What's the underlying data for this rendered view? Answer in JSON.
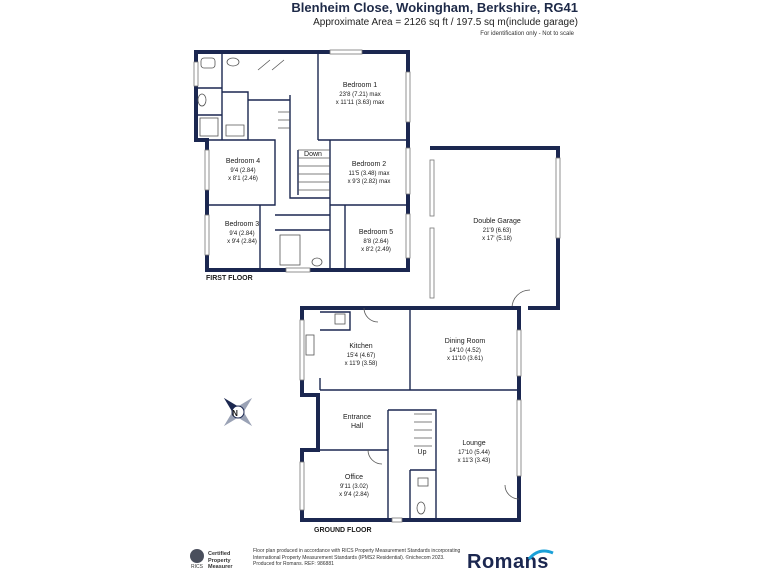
{
  "header": {
    "title": "Blenheim Close, Wokingham, Berkshire, RG41",
    "area": "Approximate Area = 2126 sq ft / 197.5 sq m(include garage)",
    "ident": "For identification only - Not to scale"
  },
  "floors": {
    "first": "FIRST FLOOR",
    "ground": "GROUND FLOOR"
  },
  "rooms": {
    "bedroom1": {
      "name": "Bedroom 1",
      "d1": "23'8 (7.21) max",
      "d2": "x 11'11 (3.63) max"
    },
    "bedroom2": {
      "name": "Bedroom 2",
      "d1": "11'5 (3.48) max",
      "d2": "x 9'3 (2.82) max"
    },
    "bedroom3": {
      "name": "Bedroom 3",
      "d1": "9'4 (2.84)",
      "d2": "x 9'4 (2.84)"
    },
    "bedroom4": {
      "name": "Bedroom 4",
      "d1": "9'4 (2.84)",
      "d2": "x 8'1 (2.46)"
    },
    "bedroom5": {
      "name": "Bedroom 5",
      "d1": "8'8 (2.64)",
      "d2": "x 8'2 (2.49)"
    },
    "garage": {
      "name": "Double Garage",
      "d1": "21'9 (6.63)",
      "d2": "x 17' (5.18)"
    },
    "kitchen": {
      "name": "Kitchen",
      "d1": "15'4 (4.67)",
      "d2": "x 11'9 (3.58)"
    },
    "dining": {
      "name": "Dining Room",
      "d1": "14'10 (4.52)",
      "d2": "x 11'10 (3.61)"
    },
    "lounge": {
      "name": "Lounge",
      "d1": "17'10 (5.44)",
      "d2": "x 11'3 (3.43)"
    },
    "office": {
      "name": "Office",
      "d1": "9'11 (3.02)",
      "d2": "x 9'4 (2.84)"
    },
    "hall": {
      "name1": "Entrance",
      "name2": "Hall"
    }
  },
  "stairs": {
    "down": "Down",
    "up": "Up"
  },
  "compass": {
    "label": "N"
  },
  "footer": {
    "rics_line1": "Certified",
    "rics_line2": "Property",
    "rics_line3": "Measurer",
    "rics_badge": "RICS",
    "text_line1": "Floor plan produced in accordance with RICS Property Measurement Standards incorporating",
    "text_line2": "International Property Measurement Standards (IPMS2 Residential). ©nichecom 2023.",
    "text_line3": "Produced for Romans.  REF: 986881",
    "brand": "Romans"
  },
  "colors": {
    "wall": "#1b2750",
    "brand": "#1b2750",
    "accent": "#1aa0d8"
  }
}
